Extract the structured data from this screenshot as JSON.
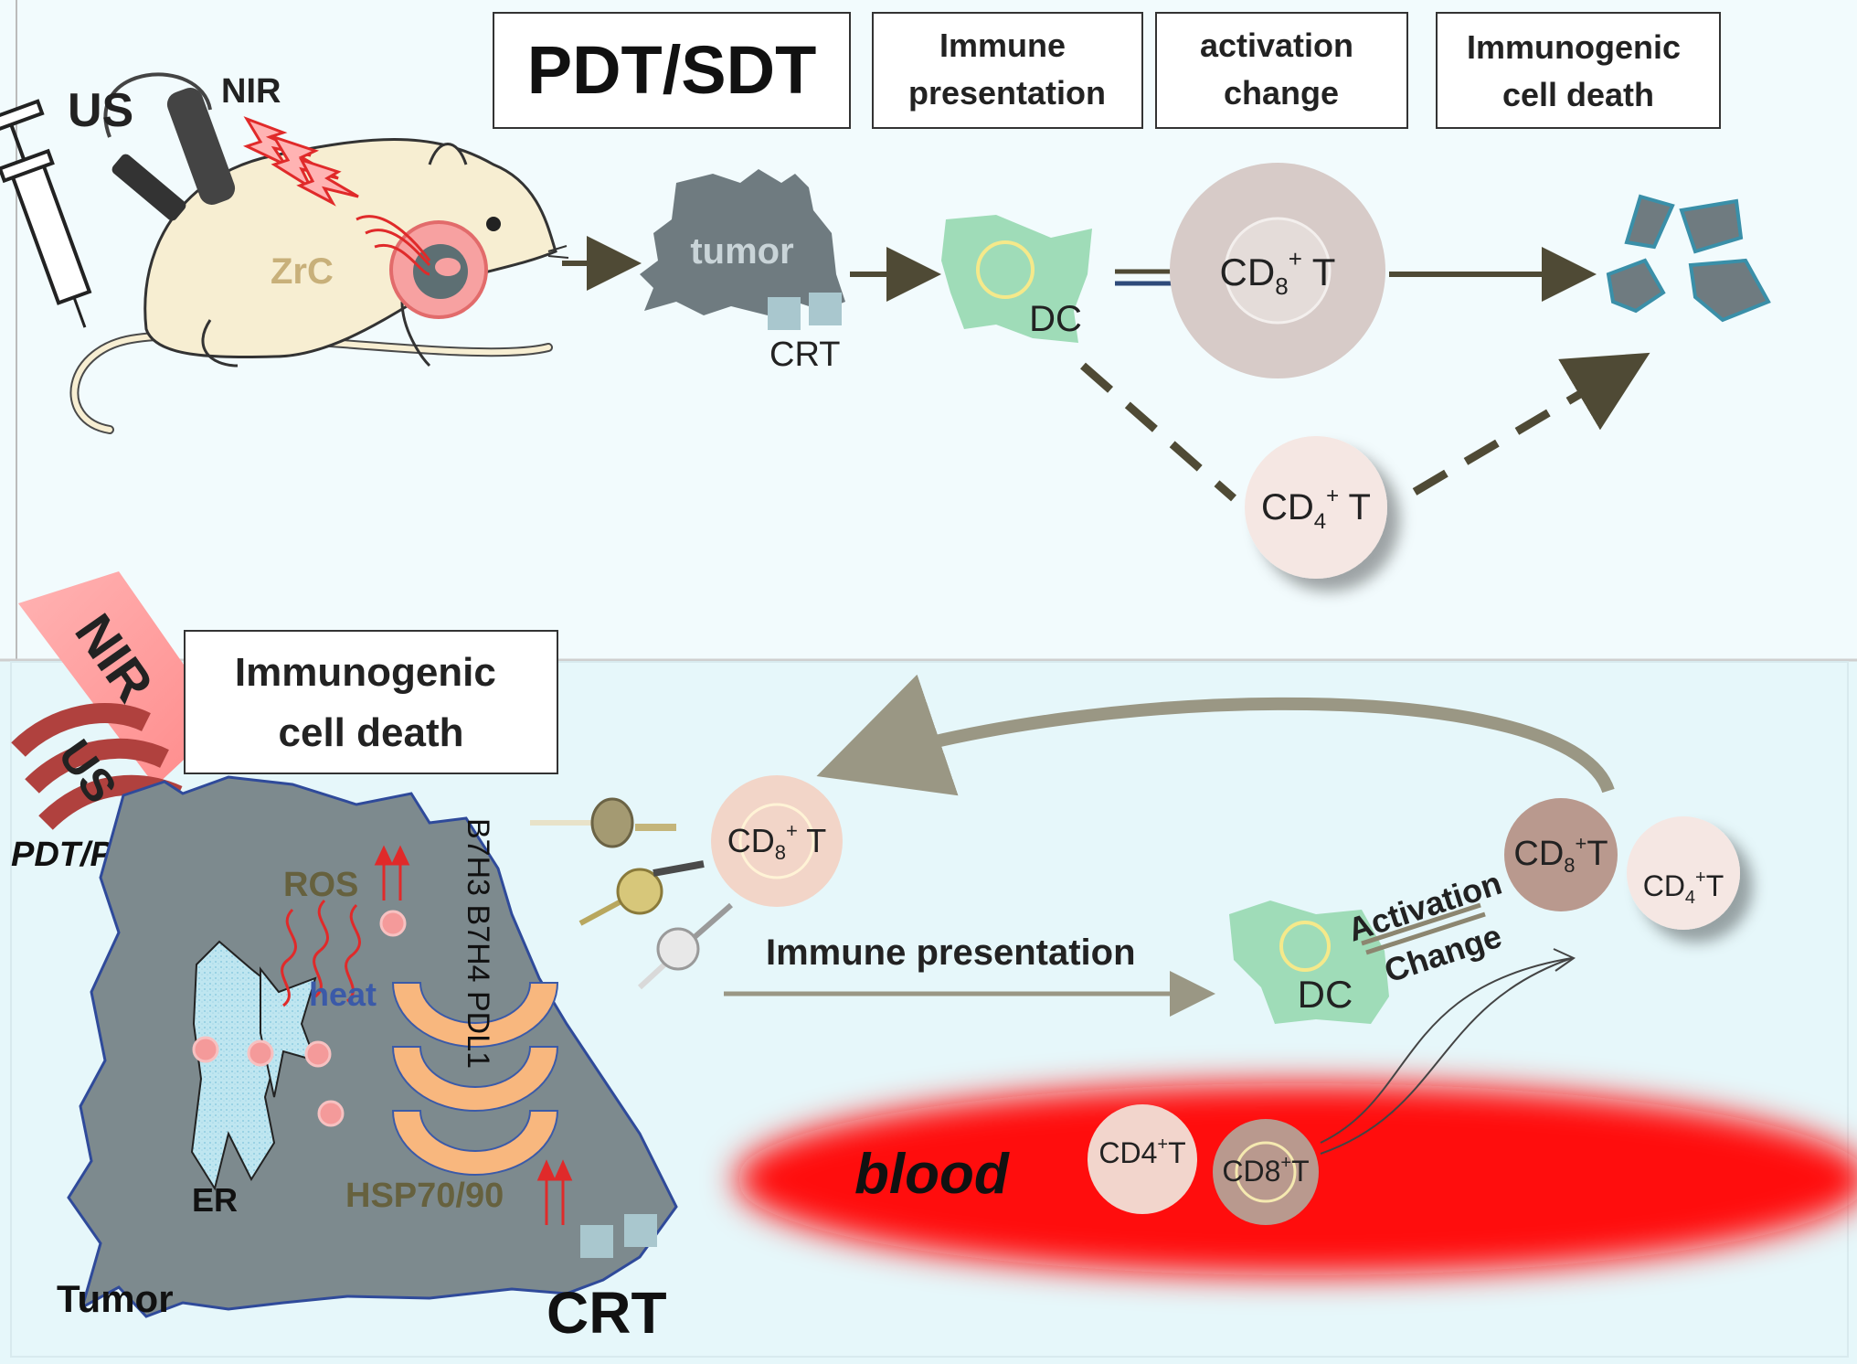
{
  "top_panel": {
    "header_boxes": {
      "pdt_sdt": "PDT/SDT",
      "immune_presentation": "Immune presentation",
      "activation_change": "activation change",
      "immunogenic_cell_death": "Immunogenic cell death"
    },
    "labels": {
      "us": "US",
      "nir": "NIR",
      "zrc": "ZrC",
      "tumor": "tumor",
      "crt": "CRT",
      "dc": "DC",
      "cd8_t": "CD",
      "cd8_sub": "8",
      "cd8_sup": "+",
      "cd8_tail": " T",
      "cd4_t": "CD",
      "cd4_sub": "4",
      "cd4_sup": "+",
      "cd4_tail": " T"
    }
  },
  "bottom_panel": {
    "header_box": "Immunogenic cell death",
    "labels": {
      "nir": "NIR",
      "us": "US",
      "pdt_ptt": "PDT/PTT",
      "ros": "ROS",
      "heat": "heat",
      "er": "ER",
      "hsp": "HSP70/90",
      "tumor": "Tumor",
      "crt": "CRT",
      "checkpoints": "B7H3 B7H4 PDL1",
      "cd8_left": "CD",
      "cd8_left_sub": "8",
      "cd8_left_sup": "+",
      "cd8_left_tail": " T",
      "immune_presentation": "Immune presentation",
      "dc": "DC",
      "activation": "Activation",
      "change": "Change",
      "cd8_right": "CD",
      "cd8_right_sub": "8",
      "cd8_right_sup": "+",
      "cd8_right_tail": "T",
      "cd4_right": "CD",
      "cd4_right_sub": "4",
      "cd4_right_sup": "+",
      "cd4_right_tail": "T",
      "blood": "blood",
      "blood_cd4": "CD4",
      "blood_cd4_sup": "+",
      "blood_cd4_tail": "T",
      "blood_cd8": "CD8",
      "blood_cd8_sup": "+",
      "blood_cd8_tail": "T"
    }
  },
  "colors": {
    "top_bg": "#f2fbfd",
    "bottom_bg": "#e6f7fa",
    "arrow": "#4f4a35",
    "tumor_gray": "#7d8a8e",
    "dc_green": "#9fdcb8",
    "blood_red": "#ff0000",
    "ros_red": "#e8262a",
    "hsp_orange": "#f8b77e"
  }
}
